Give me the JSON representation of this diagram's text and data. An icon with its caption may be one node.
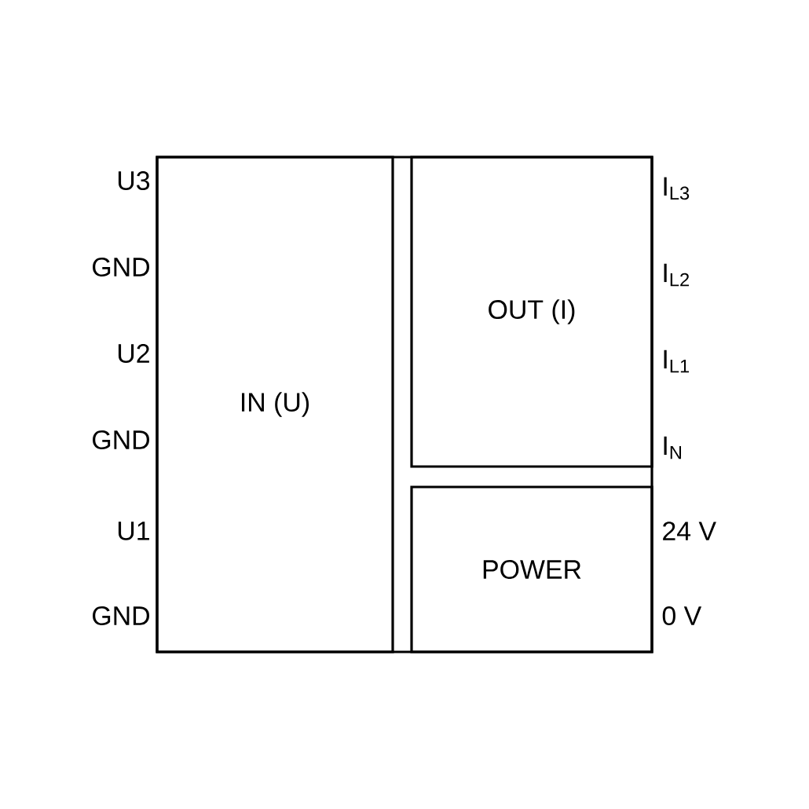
{
  "diagram": {
    "nodes": [
      {
        "text": [
          "IN (U)"
        ]
      },
      {
        "text": [
          "OUT (I)"
        ]
      },
      {
        "text": [
          "POWER"
        ]
      }
    ],
    "labels": [
      "U3",
      "I$_{L3}$",
      "GND",
      "I$_{L2}$",
      "U2",
      "I$_{L1}$",
      "GND",
      "I$_{N}$",
      "U1",
      "24 V",
      "GND",
      "0 V"
    ]
  }
}
